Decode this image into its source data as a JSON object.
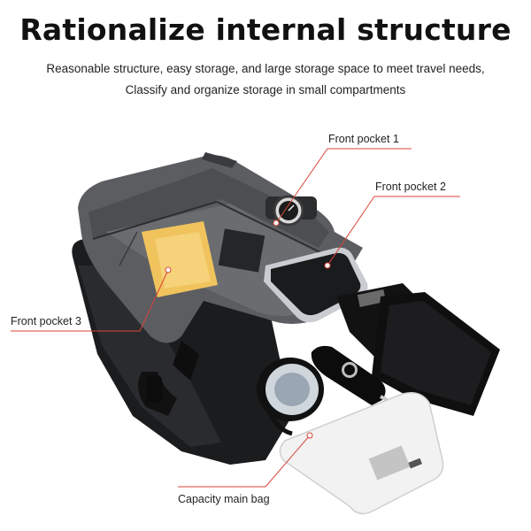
{
  "title": "Rationalize internal structure",
  "subtitle_line1": "Reasonable structure, easy storage, and large storage space to meet travel needs,",
  "subtitle_line2": "Classify and organize storage in small compartments",
  "labels": {
    "front_pocket_1": "Front pocket 1",
    "front_pocket_2": "Front pocket 2",
    "front_pocket_3": "Front pocket 3",
    "main_bag": "Capacity main bag"
  },
  "colors": {
    "leader_line": "#d9453a",
    "bag_body": "#5b5d60",
    "bag_dark": "#1b1c1e"
  }
}
